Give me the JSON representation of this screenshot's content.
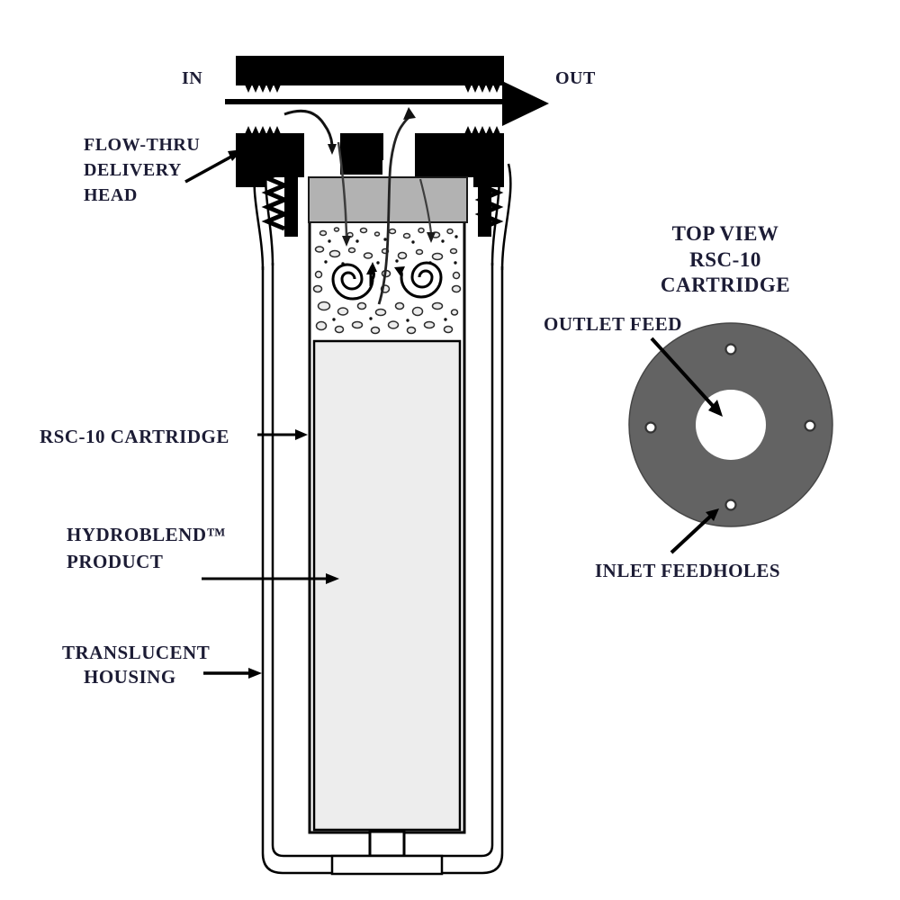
{
  "figure": {
    "side_view": {
      "in_label": "IN",
      "out_label": "OUT",
      "delivery_head_label": [
        "FLOW-THRU",
        "DELIVERY",
        "HEAD"
      ],
      "cartridge_label": "RSC-10 CARTRIDGE",
      "product_label": [
        "HYDROBLEND™",
        "PRODUCT"
      ],
      "housing_label": [
        "TRANSLUCENT",
        "HOUSING"
      ]
    },
    "top_view": {
      "title": [
        "TOP VIEW",
        "RSC-10",
        "CARTRIDGE"
      ],
      "outlet_feed_label": "OUTLET FEED",
      "inlet_feedholes_label": "INLET FEEDHOLES"
    },
    "colors": {
      "ink": "#000000",
      "label_text": "#1c1c35",
      "cap_gray": "#b2b2b2",
      "product_gray": "#ededed",
      "granule_gray": "#ececec",
      "disc_gray": "#636363",
      "background": "#ffffff"
    }
  }
}
